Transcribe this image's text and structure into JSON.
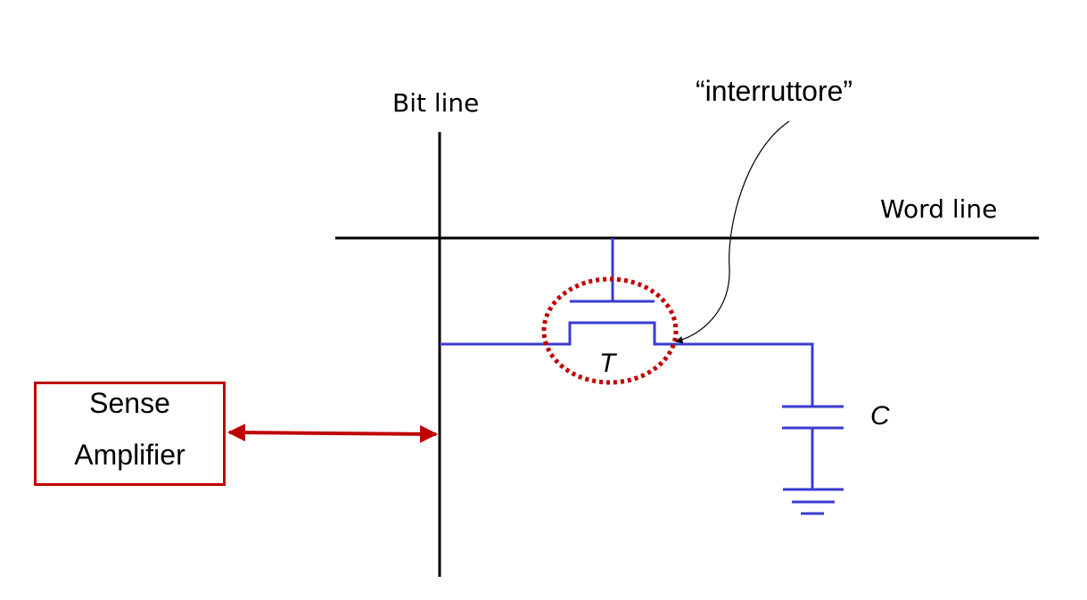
{
  "labels": {
    "bit_line": "Bit line",
    "word_line": "Word line",
    "switch": "“interruttore”",
    "transistor": "T",
    "capacitor": "C",
    "sense_amplifier_line1": "Sense",
    "sense_amplifier_line2": "Amplifier"
  },
  "colors": {
    "lines": "#000000",
    "circuit": "#3b3bd1",
    "accent": "#c00000"
  }
}
